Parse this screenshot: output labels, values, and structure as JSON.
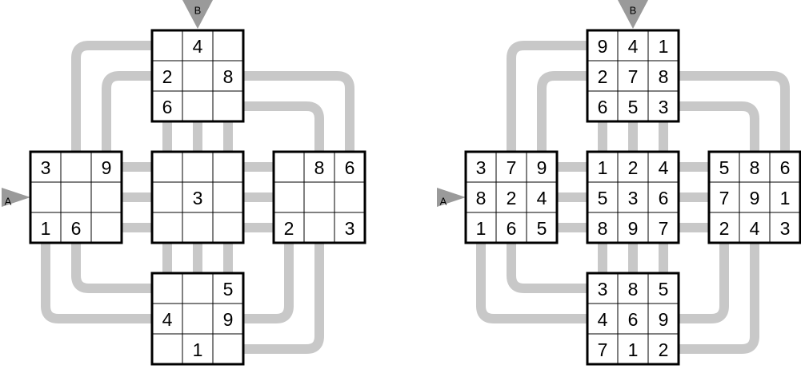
{
  "markers": {
    "entry_left": "A",
    "entry_top": "B"
  },
  "colors": {
    "pipe": "#c8c8c8",
    "grid_line": "#000000",
    "marker": "#9a9a9a"
  },
  "puzzles": [
    {
      "id": "puzzle",
      "grids": {
        "top": [
          [
            "",
            "4",
            ""
          ],
          [
            "2",
            "",
            "8"
          ],
          [
            "6",
            "",
            ""
          ]
        ],
        "left": [
          [
            "3",
            "",
            "9"
          ],
          [
            "",
            "",
            ""
          ],
          [
            "1",
            "6",
            ""
          ]
        ],
        "center": [
          [
            "",
            "",
            ""
          ],
          [
            "",
            "3",
            ""
          ],
          [
            "",
            "",
            ""
          ]
        ],
        "right": [
          [
            "",
            "8",
            "6"
          ],
          [
            "",
            "",
            ""
          ],
          [
            "2",
            "",
            "3"
          ]
        ],
        "bottom": [
          [
            "",
            "",
            "5"
          ],
          [
            "4",
            "",
            "9"
          ],
          [
            "",
            "1",
            ""
          ]
        ]
      }
    },
    {
      "id": "solution",
      "grids": {
        "top": [
          [
            "9",
            "4",
            "1"
          ],
          [
            "2",
            "7",
            "8"
          ],
          [
            "6",
            "5",
            "3"
          ]
        ],
        "left": [
          [
            "3",
            "7",
            "9"
          ],
          [
            "8",
            "2",
            "4"
          ],
          [
            "1",
            "6",
            "5"
          ]
        ],
        "center": [
          [
            "1",
            "2",
            "4"
          ],
          [
            "5",
            "3",
            "6"
          ],
          [
            "8",
            "9",
            "7"
          ]
        ],
        "right": [
          [
            "5",
            "8",
            "6"
          ],
          [
            "7",
            "9",
            "1"
          ],
          [
            "2",
            "4",
            "3"
          ]
        ],
        "bottom": [
          [
            "3",
            "8",
            "5"
          ],
          [
            "4",
            "6",
            "9"
          ],
          [
            "7",
            "1",
            "2"
          ]
        ]
      }
    }
  ]
}
